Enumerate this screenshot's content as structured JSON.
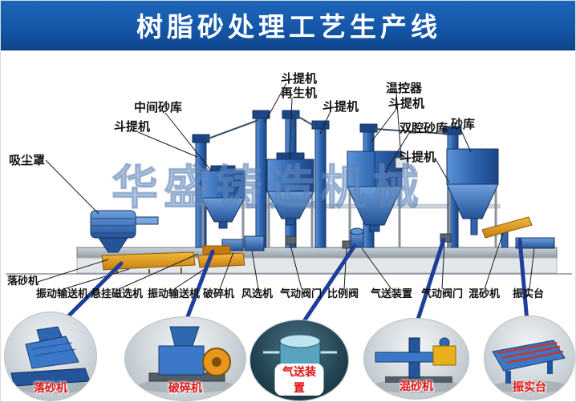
{
  "title": "树脂砂处理工艺生产线",
  "watermark": "华盛铸造机械",
  "callouts": {
    "dust_hood": "吸尘罩",
    "mid_silo": "中间砂库",
    "elevator_1": "斗提机",
    "elevator_2": "斗提机",
    "regenerator": "再生机",
    "elevator_3": "斗提机",
    "temp_controller": "温控器",
    "elevator_4": "斗提机",
    "double_silo": "双腔砂库",
    "silo": "砂库",
    "elevator_5": "斗提机",
    "shakeout": "落砂机",
    "vib_conveyor_1": "振动输送机",
    "magnetic_separator": "悬挂磁选机",
    "vib_conveyor_2": "振动输送机",
    "crusher": "破碎机",
    "air_separator": "风选机",
    "pneumatic_valve_1": "气动阀门",
    "proportional_valve": "比例阀",
    "air_conveyor": "气送装置",
    "pneumatic_valve_2": "气动阀门",
    "sand_mixer": "混砂机",
    "compact_table": "振实台"
  },
  "detail_photos": {
    "shakeout": "落砂机",
    "crusher": "破碎机",
    "air_conveyor": "气送装置",
    "sand_mixer": "混砂机",
    "compact_table": "振实台"
  },
  "colors": {
    "header_bg": "#1557a8",
    "equipment_blue": "#2f66b0",
    "accent_orange": "#e8971c",
    "label_red": "#e01414",
    "connector_blue": "#1e3e9a",
    "watermark_blue": "#7f9fc5"
  }
}
